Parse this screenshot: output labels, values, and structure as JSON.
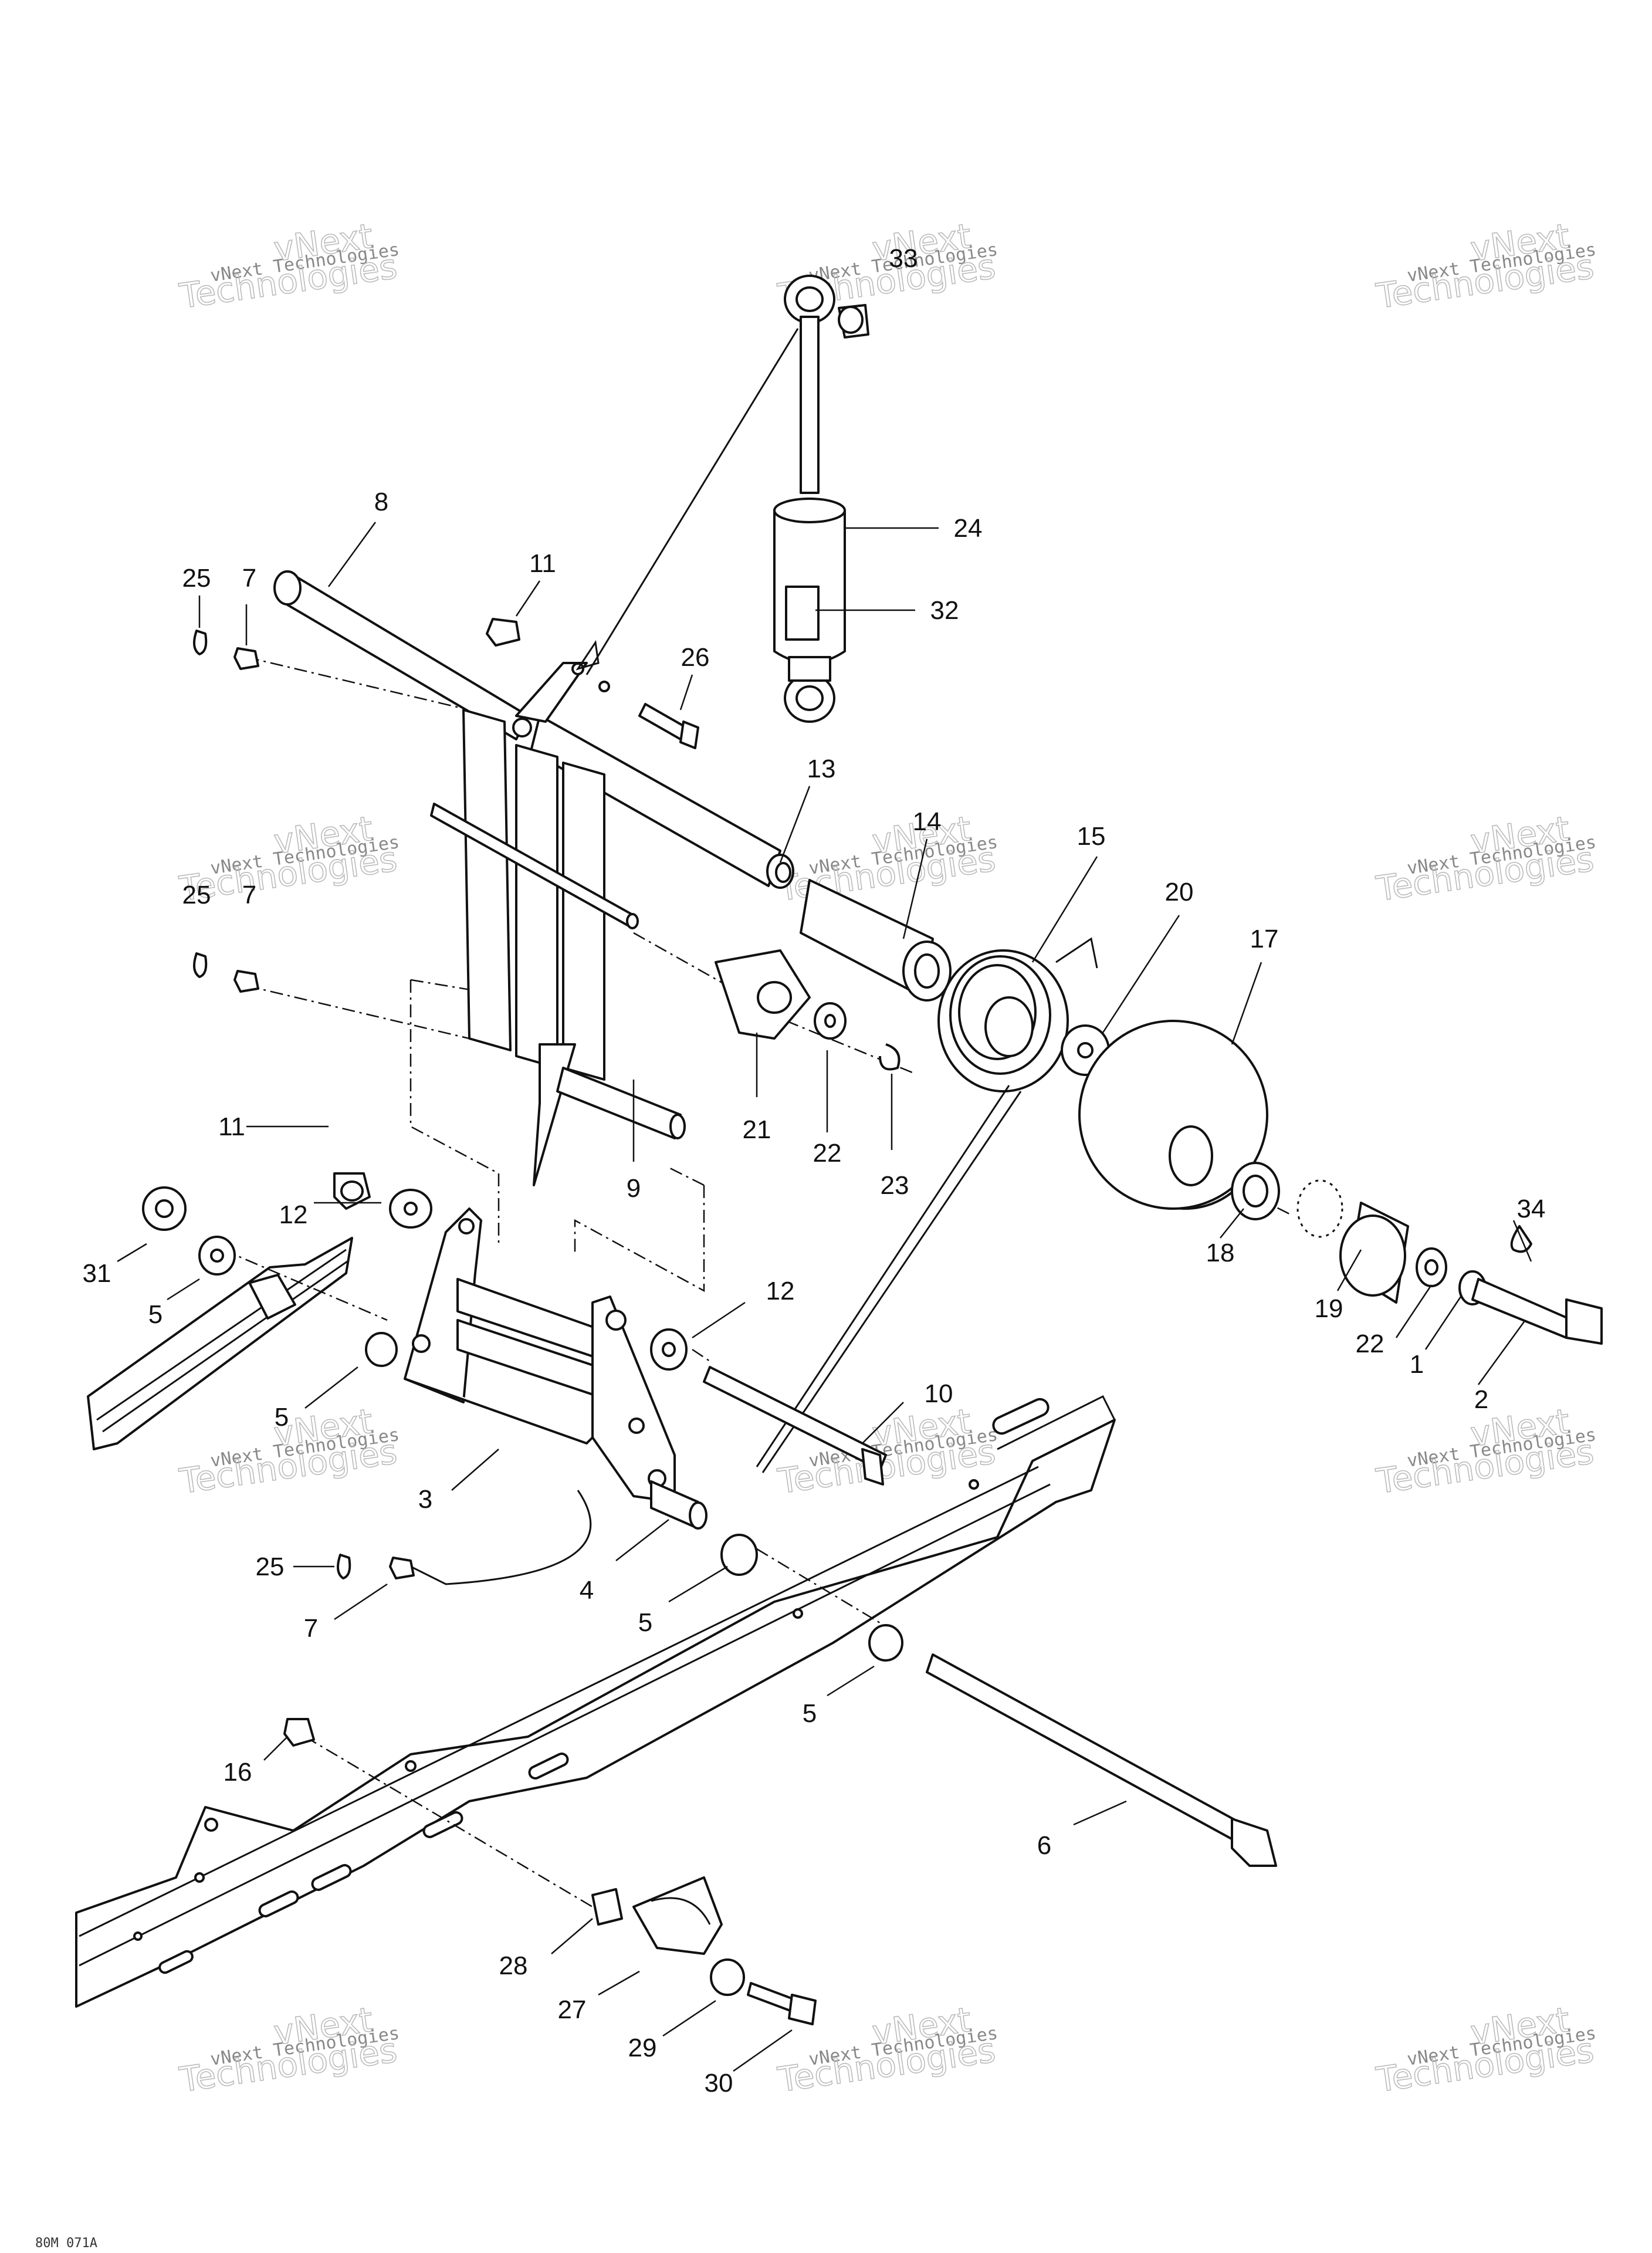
{
  "watermark": {
    "line1": "vNext Technologies",
    "line2": "vNext",
    "line3": "Technologies"
  },
  "figure_code": "80M 071A",
  "callouts": [
    {
      "id": "c1",
      "text": "1"
    },
    {
      "id": "c2",
      "text": "2"
    },
    {
      "id": "c3",
      "text": "3"
    },
    {
      "id": "c4",
      "text": "4"
    },
    {
      "id": "c5a",
      "text": "5"
    },
    {
      "id": "c5b",
      "text": "5"
    },
    {
      "id": "c5c",
      "text": "5"
    },
    {
      "id": "c5d",
      "text": "5"
    },
    {
      "id": "c6",
      "text": "6"
    },
    {
      "id": "c7a",
      "text": "7"
    },
    {
      "id": "c7b",
      "text": "7"
    },
    {
      "id": "c7c",
      "text": "7"
    },
    {
      "id": "c8",
      "text": "8"
    },
    {
      "id": "c9",
      "text": "9"
    },
    {
      "id": "c10",
      "text": "10"
    },
    {
      "id": "c11a",
      "text": "11"
    },
    {
      "id": "c11b",
      "text": "11"
    },
    {
      "id": "c12a",
      "text": "12"
    },
    {
      "id": "c12b",
      "text": "12"
    },
    {
      "id": "c13",
      "text": "13"
    },
    {
      "id": "c14",
      "text": "14"
    },
    {
      "id": "c15",
      "text": "15"
    },
    {
      "id": "c16",
      "text": "16"
    },
    {
      "id": "c17",
      "text": "17"
    },
    {
      "id": "c18",
      "text": "18"
    },
    {
      "id": "c19",
      "text": "19"
    },
    {
      "id": "c20",
      "text": "20"
    },
    {
      "id": "c21",
      "text": "21"
    },
    {
      "id": "c22a",
      "text": "22"
    },
    {
      "id": "c22b",
      "text": "22"
    },
    {
      "id": "c23",
      "text": "23"
    },
    {
      "id": "c24",
      "text": "24"
    },
    {
      "id": "c25a",
      "text": "25"
    },
    {
      "id": "c25b",
      "text": "25"
    },
    {
      "id": "c25c",
      "text": "25"
    },
    {
      "id": "c26",
      "text": "26"
    },
    {
      "id": "c27",
      "text": "27"
    },
    {
      "id": "c28",
      "text": "28"
    },
    {
      "id": "c29",
      "text": "29"
    },
    {
      "id": "c30",
      "text": "30"
    },
    {
      "id": "c31",
      "text": "31"
    },
    {
      "id": "c32",
      "text": "32"
    },
    {
      "id": "c33",
      "text": "33"
    },
    {
      "id": "c34",
      "text": "34"
    }
  ]
}
